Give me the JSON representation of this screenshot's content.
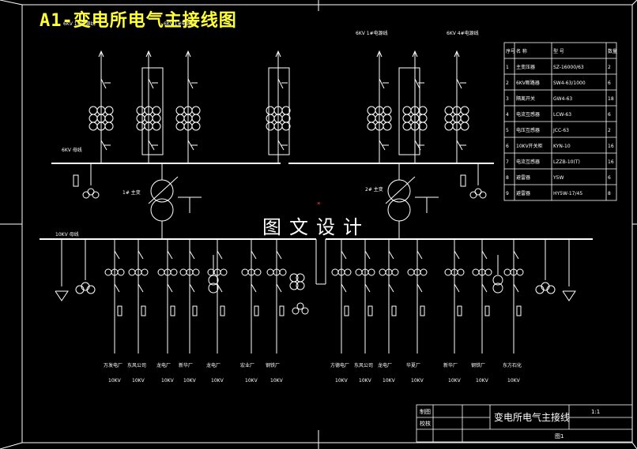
{
  "drawing": {
    "title": "A1-变电所电气主接线图",
    "watermark": "图文设计",
    "top_left_labels": [
      "6KV 1#电源线",
      "6KV 1#电源线"
    ],
    "top_right_labels": [
      "6KV 1#电源线",
      "6KV 4#电源线"
    ],
    "bus_left_6kv": "6KV 母线",
    "bus_left_10kv": "10KV 母线",
    "transformer_left": "1# 主变",
    "transformer_right": "2# 主变",
    "feeders_left": [
      "万发电厂",
      "东风公司",
      "龙电厂",
      "新华厂",
      "龙电厂",
      "宏业厂",
      "钢铁厂"
    ],
    "feeders_right": [
      "方德电厂",
      "东风公司",
      "龙电厂",
      "华夏厂",
      "新华厂",
      "钢铁厂",
      "东方石化"
    ],
    "feeder_values_left": [
      "10KV",
      "10KV",
      "10KV",
      "10KV",
      "10KV",
      "10KV",
      "10KV"
    ],
    "feeder_values_right": [
      "10KV",
      "10KV",
      "10KV",
      "10KV",
      "10KV",
      "10KV",
      "10KV"
    ]
  },
  "equipment_table": {
    "headers": [
      "序号",
      "名 称",
      "型 号",
      "数量"
    ],
    "rows": [
      [
        "1",
        "主变压器",
        "SZ-16000/63",
        "2"
      ],
      [
        "2",
        "6KV断路器",
        "SW4-63/1000",
        "6"
      ],
      [
        "3",
        "隔离开关",
        "GW4-63",
        "18"
      ],
      [
        "4",
        "电流互感器",
        "LCW-63",
        "6"
      ],
      [
        "5",
        "电压互感器",
        "JCC-63",
        "2"
      ],
      [
        "6",
        "10KV开关柜",
        "KYN-10",
        "16"
      ],
      [
        "7",
        "电流互感器",
        "LZZB-10(T)",
        "16"
      ],
      [
        "8",
        "避雷器",
        "Y5W",
        "6"
      ],
      [
        "9",
        "避雷器",
        "HY5W-17/45",
        "8"
      ]
    ]
  },
  "title_block": {
    "drawn_label": "制图",
    "check_label": "校核",
    "name": "变电所电气主接线",
    "scale": "1:1",
    "sheet": "图1"
  }
}
